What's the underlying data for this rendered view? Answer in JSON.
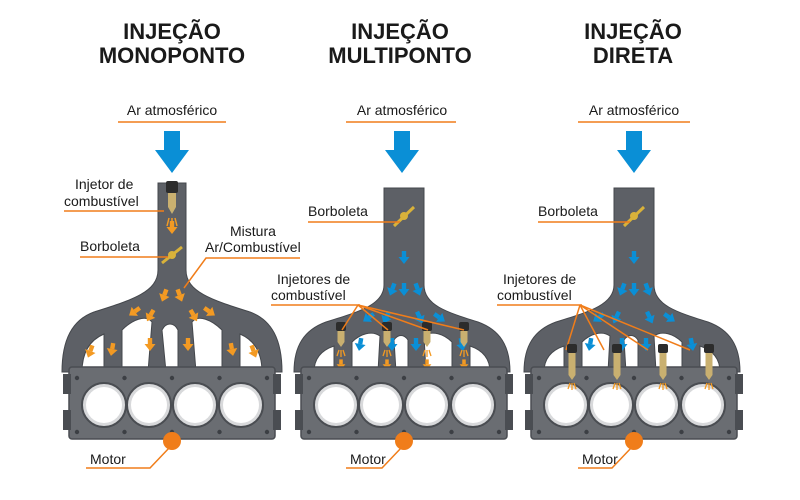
{
  "colors": {
    "manifold": "#5d6066",
    "manifold_edge": "#44474c",
    "block": "#6a6d72",
    "block_dark": "#4a4d52",
    "arrow_blue": "#0a8fd6",
    "arrow_orange": "#f39a23",
    "motor": "#f07d1a",
    "underline": "#f07d1a",
    "valve": "#d9b23a",
    "injector": "#2c2c2c",
    "injector_body": "#c9b070"
  },
  "icons": [
    "air-inlet-arrow",
    "throttle-valve-icon",
    "injector-icon",
    "motor-dot",
    "cylinder-icon"
  ],
  "panels": [
    {
      "title_line1": "INJEÇÃO",
      "title_line2": "MONOPONTO",
      "air_label": "Ar atmosférico",
      "labels": {
        "injector": "Injetor de",
        "injector2": "combustível",
        "throttle": "Borboleta",
        "mix1": "Mistura",
        "mix2": "Ar/Combustível",
        "motor": "Motor"
      }
    },
    {
      "title_line1": "INJEÇÃO",
      "title_line2": "MULTIPONTO",
      "air_label": "Ar atmosférico",
      "labels": {
        "throttle": "Borboleta",
        "injectors1": "Injetores de",
        "injectors2": "combustível",
        "motor": "Motor"
      }
    },
    {
      "title_line1": "INJEÇÃO",
      "title_line2": "DIRETA",
      "air_label": "Ar atmosférico",
      "labels": {
        "throttle": "Borboleta",
        "injectors1": "Injetores de",
        "injectors2": "combustível",
        "motor": "Motor"
      }
    }
  ]
}
